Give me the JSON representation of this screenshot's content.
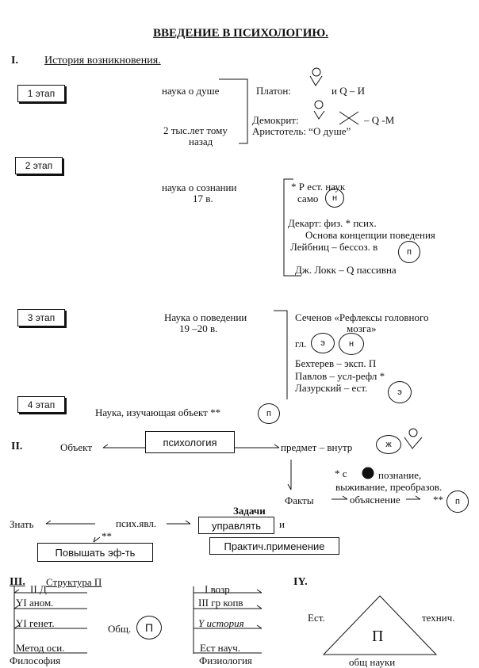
{
  "title": "ВВЕДЕНИЕ В ПСИХОЛОГИЮ.",
  "section1": {
    "num": "I.",
    "heading": "История возникновения.",
    "stage1": {
      "label": "1 этап",
      "topic": "наука о душе",
      "time1": "2 тыс.лет тому",
      "time2": "назад",
      "notes": [
        "Платон:",
        "и Q – И",
        "Демокрит:",
        "– Q -М",
        "Аристотель:  “О душе”"
      ]
    },
    "stage2": {
      "label": "2 этап",
      "topic": "наука о сознании",
      "century": "17 в.",
      "notes": [
        "* Р ест. наук",
        "само",
        "Декарт: физ.  * псих.",
        "Основа концепции поведения",
        "Лейбниц – бессоз. в",
        "Дж. Локк – Q пассивна"
      ],
      "circles": [
        "н",
        "п"
      ]
    },
    "stage3": {
      "label": "3 этап",
      "topic": "Наука  о поведении",
      "century": "19 –20 в.",
      "notes": [
        "Сеченов «Рефлексы головного",
        "мозга»",
        "гл.",
        "Бехтерев – эксп. П",
        "Павлов – усл-рефл *",
        "Лазурский – ест."
      ],
      "circles": [
        "э",
        "н",
        "э"
      ]
    },
    "stage4": {
      "label": "4 этап",
      "topic": "Наука, изучающая объект **",
      "circle": "п"
    }
  },
  "section2": {
    "num": "II.",
    "object": "Объект",
    "psychology": "психология",
    "subject": "предмет – внутр",
    "subject_circle": "ж",
    "note1": "* с",
    "note2": "познание,",
    "note3": "выживание, преобразов.",
    "facts": "Факты",
    "explanation": "объяснение",
    "explanation_star": "**",
    "explanation_circle": "п",
    "tasks": "Задачи",
    "know": "Знать",
    "psych_phen": "псих.явл.",
    "stars": "**",
    "and": "и",
    "manage": "управлять",
    "raise": "Повышать эф-ть",
    "practical": "Практич.применение"
  },
  "section3": {
    "num": "III.",
    "heading": "Структура П",
    "left": [
      "II Д",
      "YI аном.",
      "YI генет.",
      "Метод оси."
    ],
    "left_label": "Философия",
    "common": "Общ.",
    "common_circle": "П",
    "right": [
      "I возр",
      "III гр копв",
      "Y история",
      "Ест науч."
    ],
    "right_label": "Физиология"
  },
  "section4": {
    "num": "IY.",
    "left": "Ест.",
    "right": "технич.",
    "center": "П",
    "bottom": "общ науки"
  }
}
